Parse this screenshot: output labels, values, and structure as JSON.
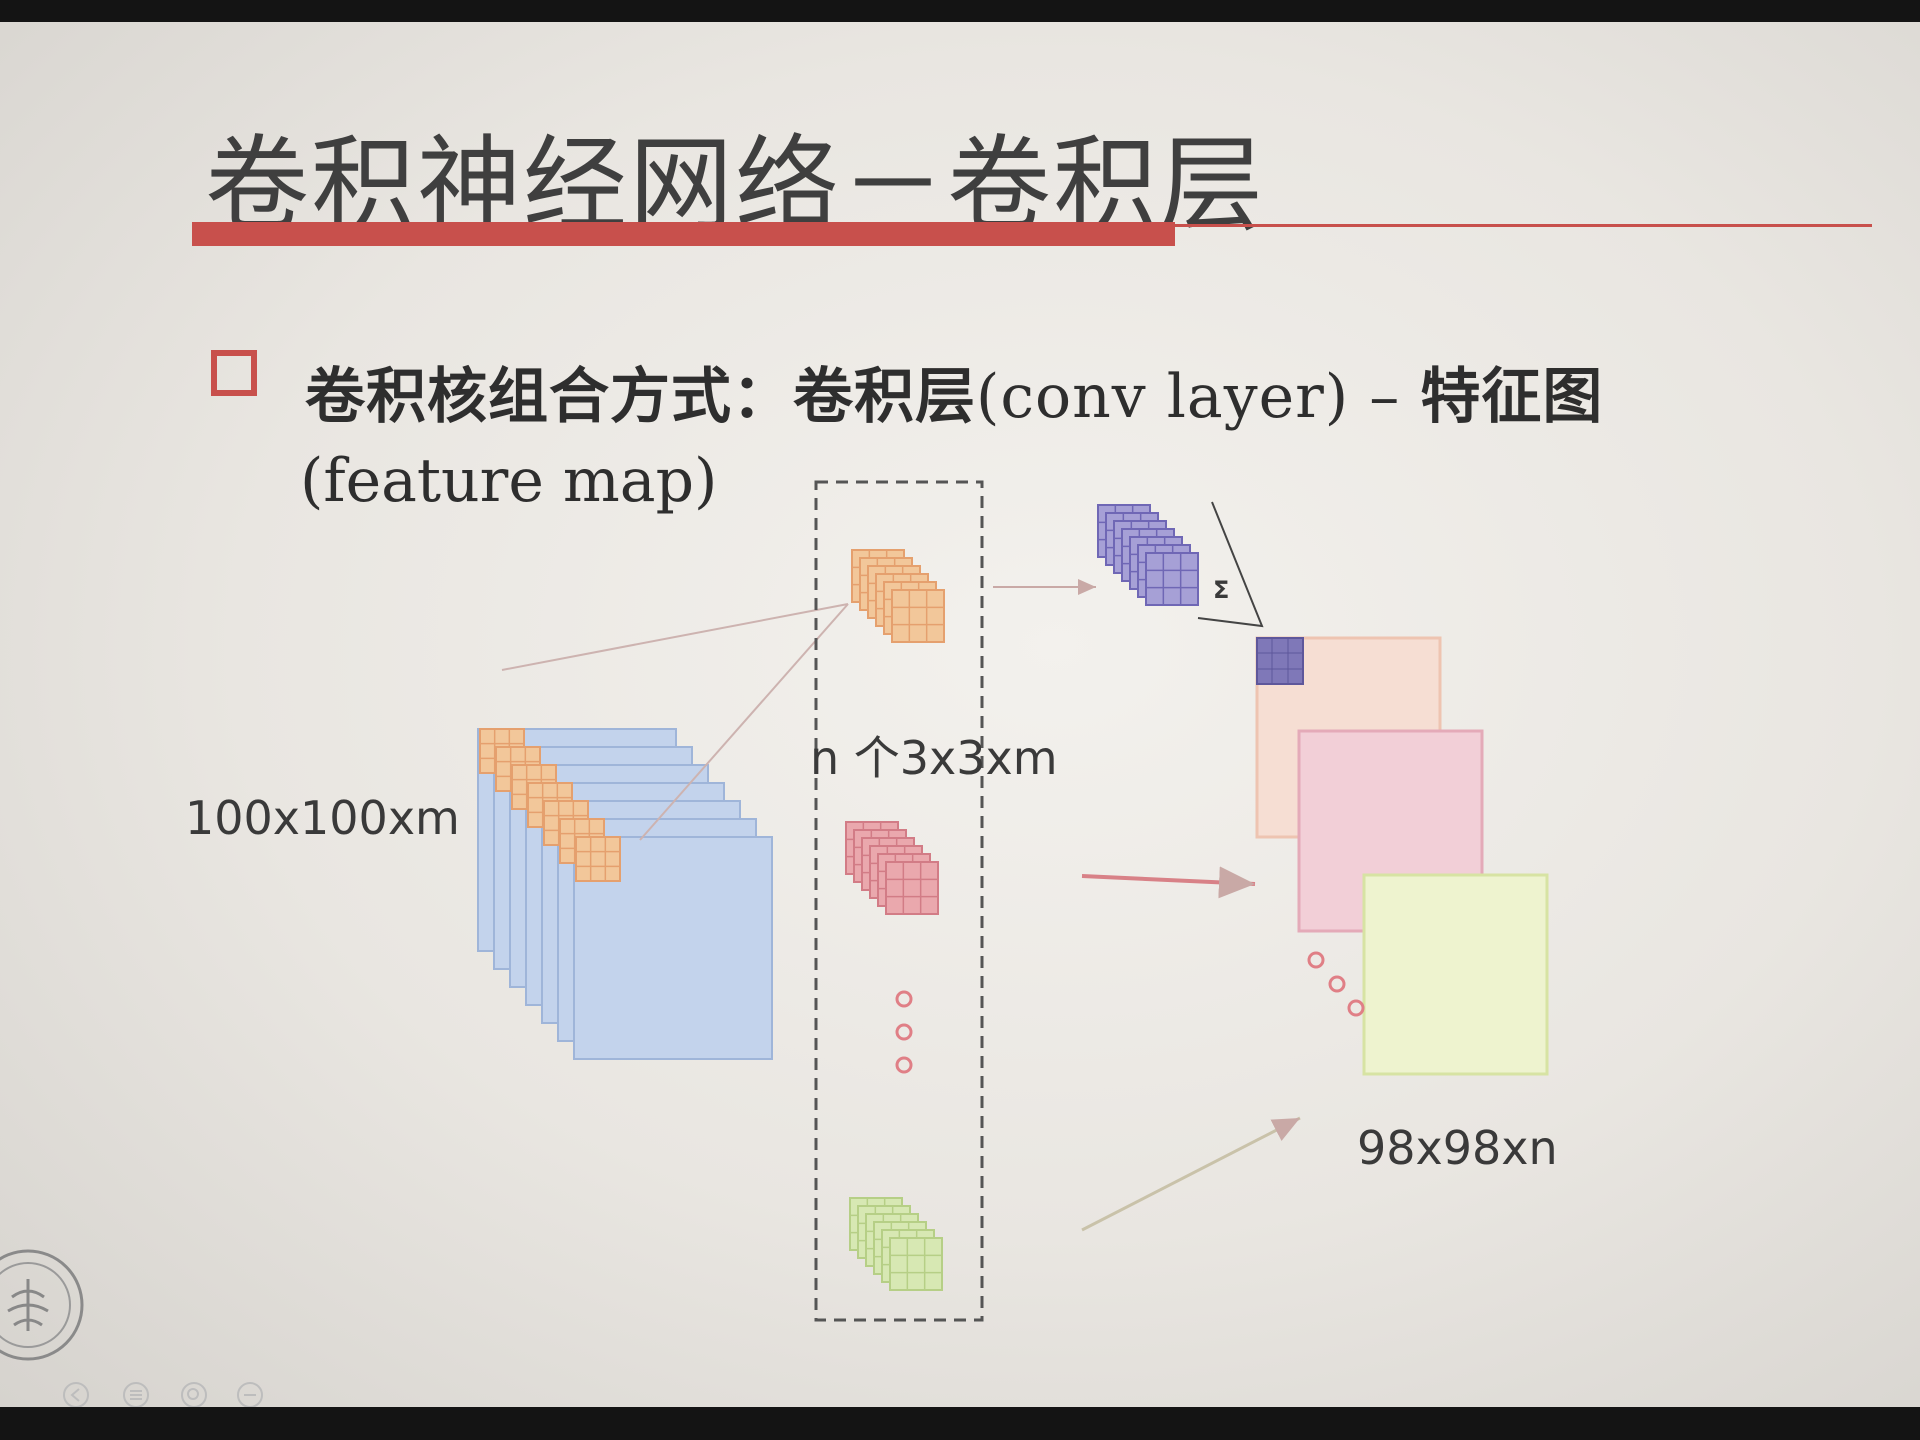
{
  "slide": {
    "title": "卷积神经网络－卷积层",
    "bullet": {
      "label": "卷积核组合方式：",
      "text_cjk_a": "卷积层",
      "text_latin": "(conv layer)",
      "text_sep": " – ",
      "text_cjk_b": "特征图",
      "line2": "(feature map)"
    }
  },
  "diagram": {
    "input_label": "100x100xm",
    "kernel_label": "n 个3x3xm",
    "sum_symbol": "Σ",
    "output_label": "98x98xn"
  },
  "colors": {
    "accent": "#c8504c",
    "input_blue": "#c3d3ec",
    "kernel_orange": "#f2c79a",
    "kernel_pink": "#eaa8ad",
    "kernel_green": "#d7e8b3",
    "kernel_purple": "#a6a0d6",
    "output_orange": "#f6ded3",
    "output_pink": "#f2cfd7",
    "output_green": "#eef3cf"
  },
  "icons": [
    "university-seal-icon",
    "nav-prev-icon",
    "nav-menu-icon",
    "nav-zoom-icon",
    "nav-next-icon"
  ]
}
